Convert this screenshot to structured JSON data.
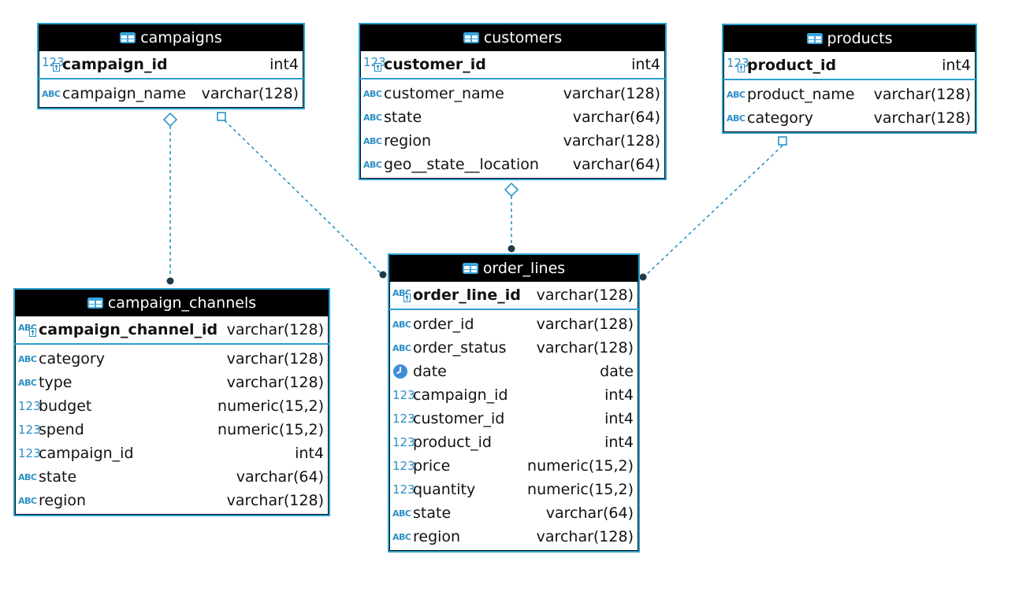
{
  "diagram": {
    "link_color": "#1a8fc0",
    "header_bg": "#000000",
    "border_color": "#2aa0cc"
  },
  "entities": {
    "campaigns": {
      "title": "campaigns",
      "pk": {
        "name": "campaign_id",
        "type": "int4",
        "icon": "numeric-key-icon"
      },
      "columns": [
        {
          "name": "campaign_name",
          "type": "varchar(128)",
          "icon": "text-icon"
        }
      ]
    },
    "customers": {
      "title": "customers",
      "pk": {
        "name": "customer_id",
        "type": "int4",
        "icon": "numeric-key-icon"
      },
      "columns": [
        {
          "name": "customer_name",
          "type": "varchar(128)",
          "icon": "text-icon"
        },
        {
          "name": "state",
          "type": "varchar(64)",
          "icon": "text-icon"
        },
        {
          "name": "region",
          "type": "varchar(128)",
          "icon": "text-icon"
        },
        {
          "name": "geo__state__location",
          "type": "varchar(64)",
          "icon": "text-icon"
        }
      ]
    },
    "products": {
      "title": "products",
      "pk": {
        "name": "product_id",
        "type": "int4",
        "icon": "numeric-key-icon"
      },
      "columns": [
        {
          "name": "product_name",
          "type": "varchar(128)",
          "icon": "text-icon"
        },
        {
          "name": "category",
          "type": "varchar(128)",
          "icon": "text-icon"
        }
      ]
    },
    "campaign_channels": {
      "title": "campaign_channels",
      "pk": {
        "name": "campaign_channel_id",
        "type": "varchar(128)",
        "icon": "text-key-icon"
      },
      "columns": [
        {
          "name": "category",
          "type": "varchar(128)",
          "icon": "text-icon"
        },
        {
          "name": "type",
          "type": "varchar(128)",
          "icon": "text-icon"
        },
        {
          "name": "budget",
          "type": "numeric(15,2)",
          "icon": "numeric-icon"
        },
        {
          "name": "spend",
          "type": "numeric(15,2)",
          "icon": "numeric-icon"
        },
        {
          "name": "campaign_id",
          "type": "int4",
          "icon": "numeric-icon"
        },
        {
          "name": "state",
          "type": "varchar(64)",
          "icon": "text-icon"
        },
        {
          "name": "region",
          "type": "varchar(128)",
          "icon": "text-icon"
        }
      ]
    },
    "order_lines": {
      "title": "order_lines",
      "pk": {
        "name": "order_line_id",
        "type": "varchar(128)",
        "icon": "text-key-icon"
      },
      "columns": [
        {
          "name": "order_id",
          "type": "varchar(128)",
          "icon": "text-icon"
        },
        {
          "name": "order_status",
          "type": "varchar(128)",
          "icon": "text-icon"
        },
        {
          "name": "date",
          "type": "date",
          "icon": "clock-icon"
        },
        {
          "name": "campaign_id",
          "type": "int4",
          "icon": "numeric-icon"
        },
        {
          "name": "customer_id",
          "type": "int4",
          "icon": "numeric-icon"
        },
        {
          "name": "product_id",
          "type": "int4",
          "icon": "numeric-icon"
        },
        {
          "name": "price",
          "type": "numeric(15,2)",
          "icon": "numeric-icon"
        },
        {
          "name": "quantity",
          "type": "numeric(15,2)",
          "icon": "numeric-icon"
        },
        {
          "name": "state",
          "type": "varchar(64)",
          "icon": "text-icon"
        },
        {
          "name": "region",
          "type": "varchar(128)",
          "icon": "text-icon"
        }
      ]
    }
  },
  "relationships": [
    {
      "from": "campaigns",
      "to": "campaign_channels",
      "start": "diamond",
      "end": "dot"
    },
    {
      "from": "campaigns",
      "to": "order_lines",
      "start": "square",
      "end": "dot"
    },
    {
      "from": "customers",
      "to": "order_lines",
      "start": "diamond",
      "end": "dot"
    },
    {
      "from": "products",
      "to": "order_lines",
      "start": "square",
      "end": "dot"
    }
  ]
}
